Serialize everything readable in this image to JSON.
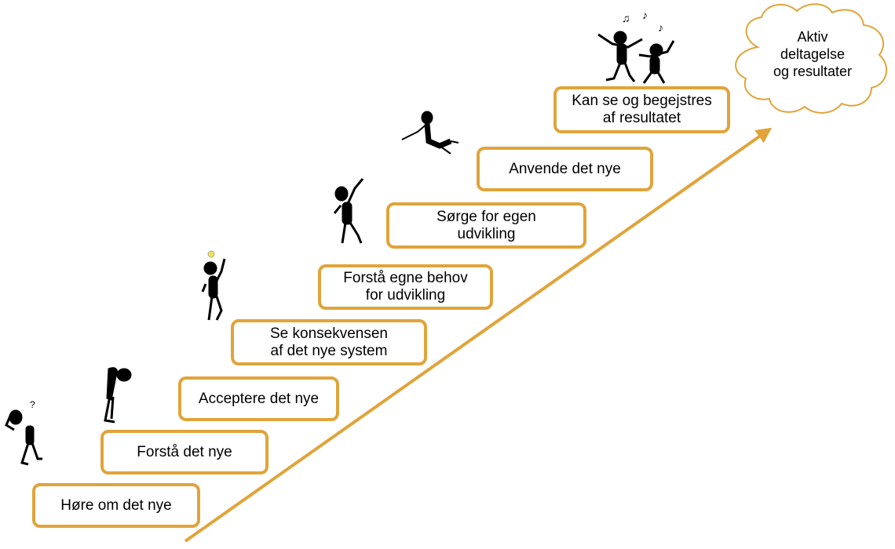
{
  "steps": [
    {
      "lines": [
        "Høre om det nye"
      ]
    },
    {
      "lines": [
        "Forstå det nye"
      ]
    },
    {
      "lines": [
        "Acceptere det nye"
      ]
    },
    {
      "lines": [
        "Se konsekvensen",
        "af det nye system"
      ]
    },
    {
      "lines": [
        "Forstå egne behov",
        "for udvikling"
      ]
    },
    {
      "lines": [
        "Sørge for egen",
        "udvikling"
      ]
    },
    {
      "lines": [
        "Anvende det nye"
      ]
    },
    {
      "lines": [
        "Kan se og begejstres",
        "af resultatet"
      ]
    }
  ],
  "goal": {
    "lines": [
      "Aktiv",
      "deltagelse",
      "og resultater"
    ]
  },
  "colors": {
    "step_border": "#E0A43A",
    "arrow": "#E0A43A",
    "figure": "#000000"
  },
  "figures": [
    "confused-person-icon",
    "bowing-person-icon",
    "idea-person-icon",
    "pointing-person-icon",
    "jumping-person-icon",
    "dancing-people-icon"
  ]
}
